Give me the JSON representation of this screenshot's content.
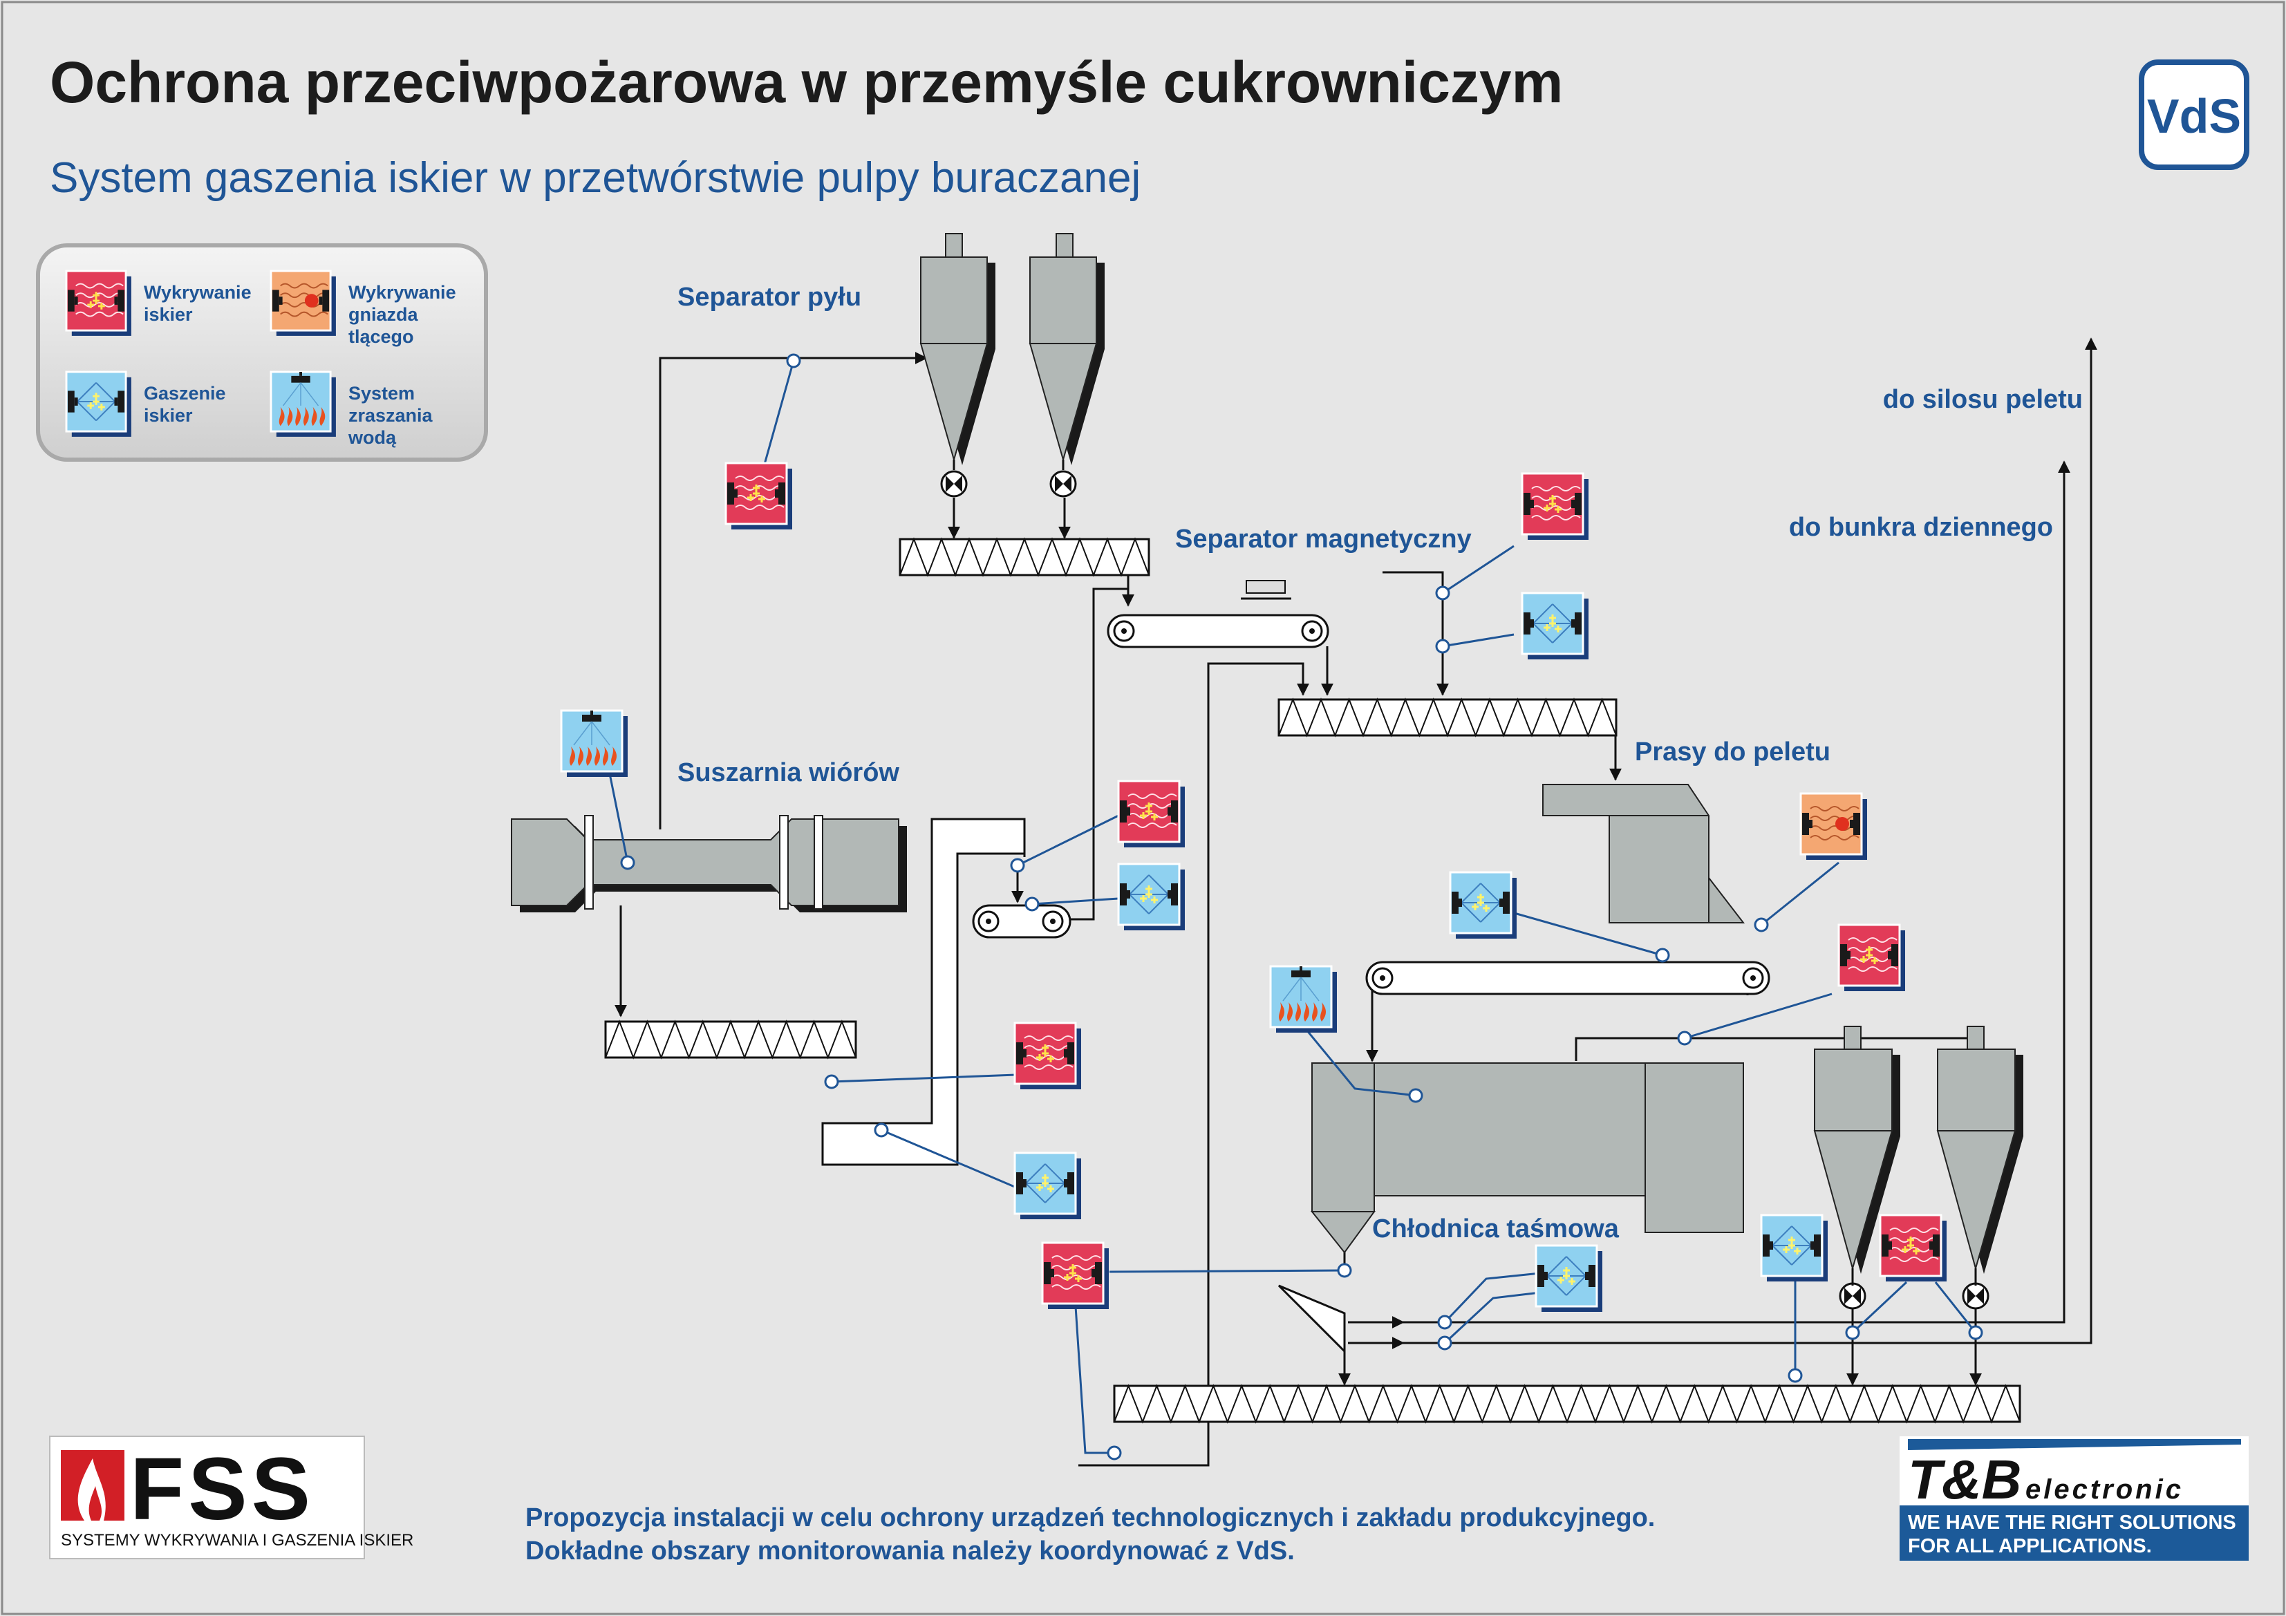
{
  "header": {
    "title": "Ochrona przeciwpożarowa w przemyśle cukrowniczym",
    "subtitle": "System gaszenia iskier w przetwórstwie pulpy buraczanej",
    "vds_logo": "VdS"
  },
  "legend": {
    "items": [
      {
        "icon": "spark-detector-icon",
        "lines": [
          "Wykrywanie",
          "iskier"
        ]
      },
      {
        "icon": "ember-detector-icon",
        "lines": [
          "Wykrywanie",
          "gniazda",
          "tlącego"
        ]
      },
      {
        "icon": "spark-extinguisher-icon",
        "lines": [
          "Gaszenie",
          "iskier"
        ]
      },
      {
        "icon": "water-spray-icon",
        "lines": [
          "System",
          "zraszania",
          "wodą"
        ]
      }
    ]
  },
  "labels": {
    "dust_separator": "Separator pyłu",
    "magnetic_separator": "Separator magnetyczny",
    "dryer": "Suszarnia wiórów",
    "pellet_press": "Prasy do peletu",
    "belt_cooler": "Chłodnica taśmowa",
    "to_pellet_silo": "do silosu peletu",
    "to_day_bunker": "do bunkra dziennego"
  },
  "footer": {
    "note_line1": "Propozycja instalacji w celu ochrony urządzeń technologicznych i zakładu produkcyjnego.",
    "note_line2": "Dokładne obszary monitorowania należy koordynować z VdS.",
    "fss_logo_text": "FSS",
    "fss_tagline": "SYSTEMY WYKRYWANIA I GASZENIA ISKIER",
    "tb_logo_main": "T&B",
    "tb_logo_suffix": "electronic",
    "tb_slogan_1": "WE HAVE THE RIGHT SOLUTIONS",
    "tb_slogan_2": "FOR ALL APPLICATIONS."
  },
  "colors": {
    "background": "#e6e6e6",
    "blue_text": "#1f5596",
    "machine_gray": "#b2b8b6",
    "spark_detector": "#e23b58",
    "spark_extinguisher": "#8fd1f0",
    "ember_detector": "#f4a772",
    "water_spray": "#8fd1f0",
    "tb_blue": "#1c5a99"
  }
}
